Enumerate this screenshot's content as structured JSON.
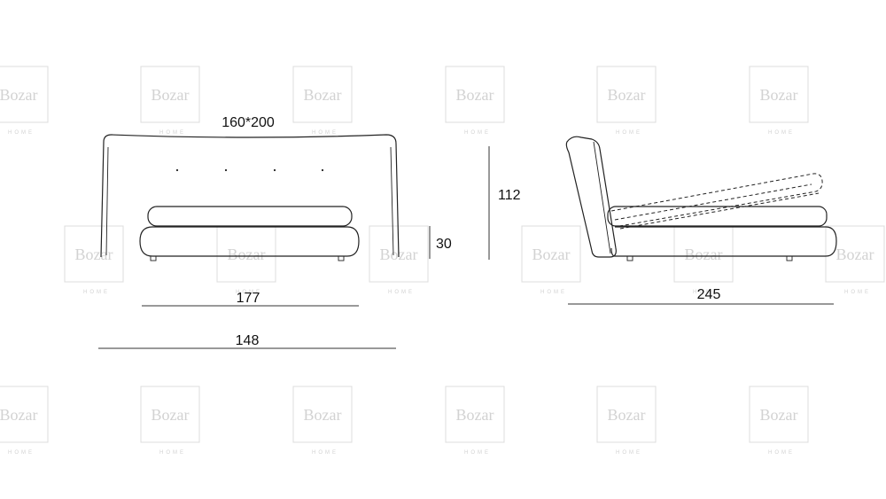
{
  "watermark": {
    "name": "Bozar",
    "sub": "HOME"
  },
  "dimensions": {
    "mattress_size": "160*200",
    "height": "112",
    "base_height": "30",
    "width_front": "177",
    "width_inner": "148",
    "length_side": "245"
  }
}
